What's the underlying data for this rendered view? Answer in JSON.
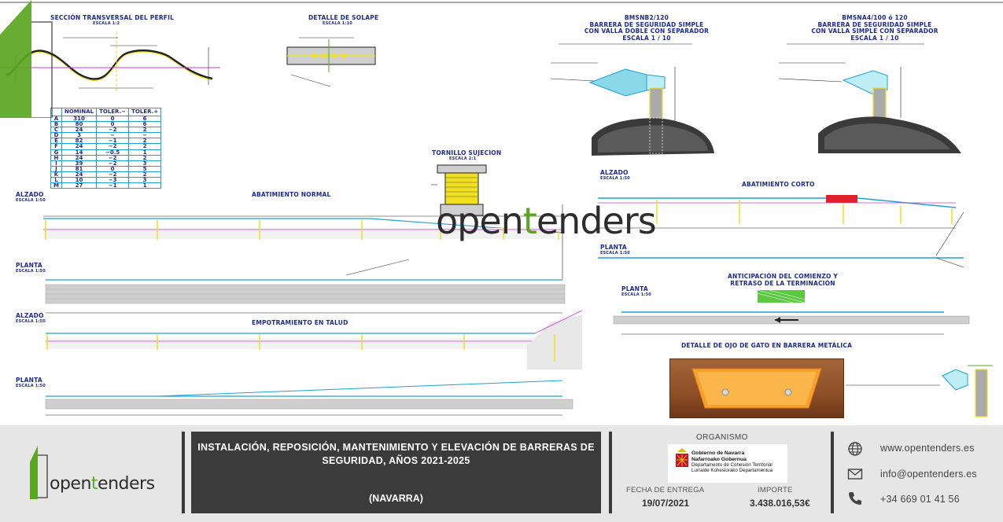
{
  "drawing": {
    "labels": {
      "cross_section": "SECCIÓN TRANSVERSAL DEL PERFIL",
      "cross_section_scale": "ESCALA 1:2",
      "overlap_detail": "DETALLE DE SOLAPE",
      "overlap_scale": "ESCALA 1:10",
      "bmsnb": "BMSNB2/120",
      "bmsnb_line1": "BARRERA DE SEGURIDAD SIMPLE",
      "bmsnb_line2": "CON VALLA DOBLE CON SEPARADOR",
      "bmsna": "BMSNA4/100 ó 120",
      "bmsna_line1": "BARRERA DE SEGURIDAD SIMPLE",
      "bmsna_line2": "CON VALLA SIMPLE CON SEPARADOR",
      "scale_1_10": "ESCALA 1 / 10",
      "tornillo": "TORNILLO SUJECION",
      "tornillo_scale": "ESCALA 2:1",
      "alzado_1": "ALZADO",
      "abatimiento_normal": "ABATIMIENTO NORMAL",
      "planta_1": "PLANTA",
      "alzado_2": "ALZADO",
      "empotramiento": "EMPOTRAMIENTO EN TALUD",
      "planta_2": "PLANTA",
      "alzado_3": "ALZADO",
      "abatimiento_corto": "ABATIMIENTO CORTO",
      "planta_3": "PLANTA",
      "anticipacion_1": "ANTICIPACIÓN DEL COMIENZO Y",
      "anticipacion_2": "RETRASO DE LA TERMINACIÓN",
      "planta_4": "PLANTA",
      "ojo_gato": "DETALLE DE OJO DE GATO EN BARRERA METÁLICA",
      "scale_1_50": "ESCALA 1:50"
    },
    "table": {
      "headers": [
        "",
        "NOMINAL",
        "TOLER.−",
        "TOLER.+"
      ],
      "rows": [
        [
          "A",
          "310",
          "0",
          "6"
        ],
        [
          "B",
          "80",
          "0",
          "6"
        ],
        [
          "C",
          "24",
          "−2",
          "2"
        ],
        [
          "D",
          "3",
          "−",
          "−"
        ],
        [
          "E",
          "82",
          "−1",
          "2"
        ],
        [
          "F",
          "24",
          "−2",
          "2"
        ],
        [
          "G",
          "14",
          "−0.5",
          "1"
        ],
        [
          "H",
          "24",
          "−2",
          "2"
        ],
        [
          "I",
          "39",
          "−2",
          "3"
        ],
        [
          "J",
          "81",
          "0",
          "5"
        ],
        [
          "K",
          "24",
          "−2",
          "2"
        ],
        [
          "L",
          "10",
          "−3",
          "3"
        ],
        [
          "M",
          "27",
          "−1",
          "1"
        ]
      ]
    }
  },
  "watermark": {
    "text_a": "open",
    "text_b": "t",
    "text_c": "enders"
  },
  "footer": {
    "logo": {
      "text_a": "open",
      "text_b": "t",
      "text_c": "enders"
    },
    "title": "INSTALACIÓN, REPOSICIÓN, MANTENIMIENTO Y ELEVACIÓN DE BARRERAS DE SEGURIDAD, AÑOS 2021-2025",
    "region": "(NAVARRA)",
    "org_label": "ORGANISMO",
    "org_line1": "Gobierno de Navarra",
    "org_line2": "Nafarroako Gobernua",
    "org_line3": "Departamento de Cohesión Territorial",
    "org_line4": "Lurralde Kohesiorako Departamentua",
    "delivery_label": "FECHA DE ENTREGA",
    "delivery_value": "19/07/2021",
    "amount_label": "IMPORTE",
    "amount_value": "3.438.016,53€",
    "website": "www.opentenders.es",
    "email": "info@opentenders.es",
    "phone": "+34 669 01 41 56"
  },
  "colors": {
    "brand_green": "#5aa522",
    "dark_box": "#3b3b3b",
    "footer_bg": "#e6e6e6",
    "drawing_blue": "#1d2a8f"
  }
}
